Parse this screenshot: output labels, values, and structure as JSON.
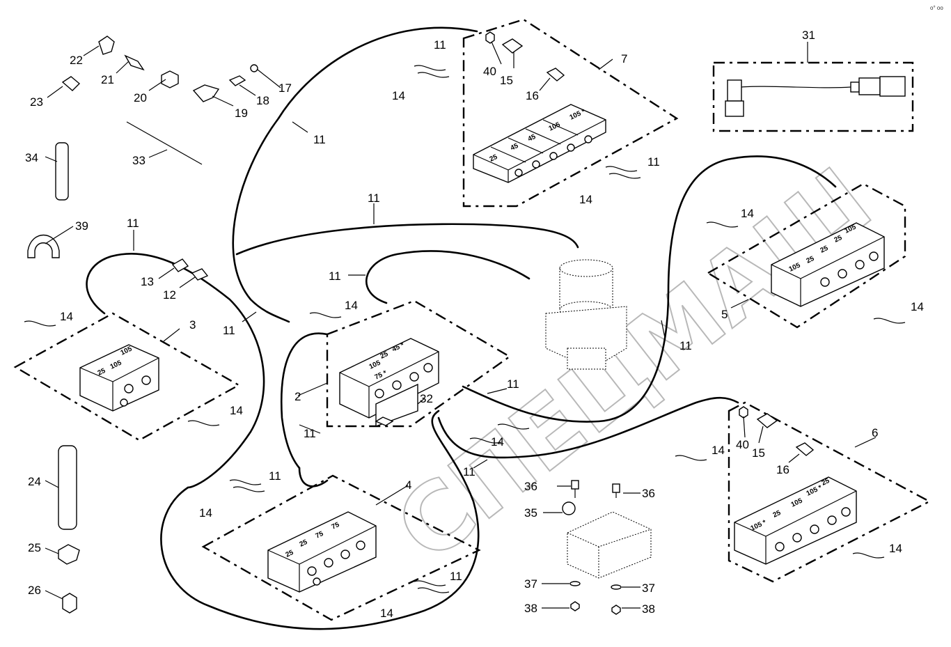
{
  "corner_mark": "o° oo",
  "watermark": "СПЕЦМАШ",
  "callouts": {
    "c2": "2",
    "c3": "3",
    "c4": "4",
    "c5": "5",
    "c6": "6",
    "c7": "7",
    "c11": "11",
    "c12": "12",
    "c13": "13",
    "c14": "14",
    "c15": "15",
    "c16": "16",
    "c17": "17",
    "c18": "18",
    "c19": "19",
    "c20": "20",
    "c21": "21",
    "c22": "22",
    "c23": "23",
    "c24": "24",
    "c25": "25",
    "c26": "26",
    "c31": "31",
    "c32": "32",
    "c33": "33",
    "c34": "34",
    "c35": "35",
    "c36": "36",
    "c37": "37",
    "c38": "38",
    "c39": "39",
    "c40": "40"
  },
  "block_labels": {
    "b25": "25",
    "b45": "45",
    "b75": "75",
    "b105": "105",
    "b105s": "105 *",
    "b75s": "75 *",
    "b45s": "45 *"
  }
}
